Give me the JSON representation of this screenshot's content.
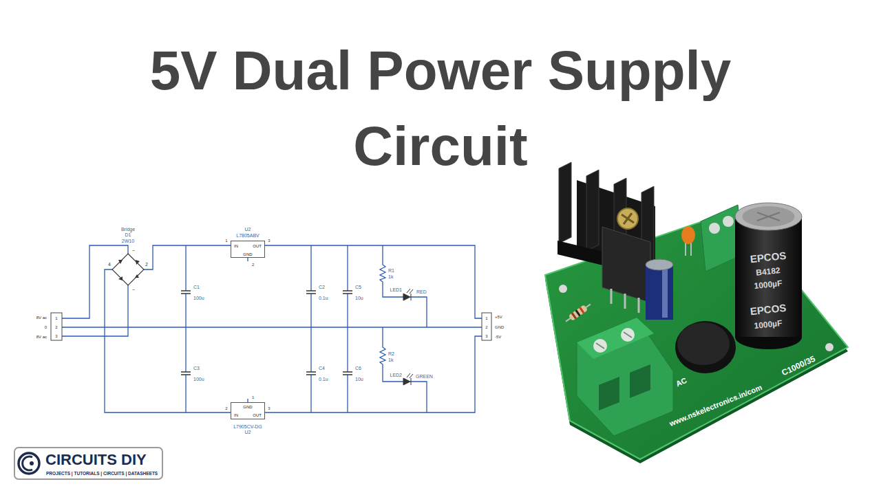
{
  "diagram": {
    "title": "5V Dual Power Supply Circuit",
    "nodes": [
      {
        "text": [
          "U2",
          "L7805ABV",
          "IN",
          "OUT",
          "GND"
        ]
      },
      {
        "text": [
          "GND",
          "IN",
          "OUT",
          "L7905CV-DG",
          "U2"
        ]
      },
      {
        "text": [
          "CIRCUITS DIY",
          "PROJECTS | TUTORIALS | CIRCUITS | DATASHEETS"
        ]
      }
    ],
    "labels": [
      "Bridge",
      "D1",
      "2W10",
      "~",
      "4",
      "2",
      "~",
      "8V ac",
      "0",
      "8V ac",
      "1",
      "2",
      "3",
      "C1",
      "100u",
      "C3",
      "100u",
      "1",
      "3",
      "2",
      "C2",
      "0.1u",
      "C5",
      "10u",
      "R1",
      "1k",
      "LED1",
      "RED",
      "C4",
      "0.1u",
      "C6",
      "10u",
      "R2",
      "1k",
      "LED2",
      "GREEN",
      "1",
      "2",
      "3",
      "1",
      "2",
      "3",
      "+5V",
      "GND",
      "-5V",
      "EPCOS",
      "B4182",
      "1000µF",
      "EPCOS",
      "1000µF",
      "C1000/35",
      "www.nskelectronics.in/com",
      "AC"
    ]
  }
}
